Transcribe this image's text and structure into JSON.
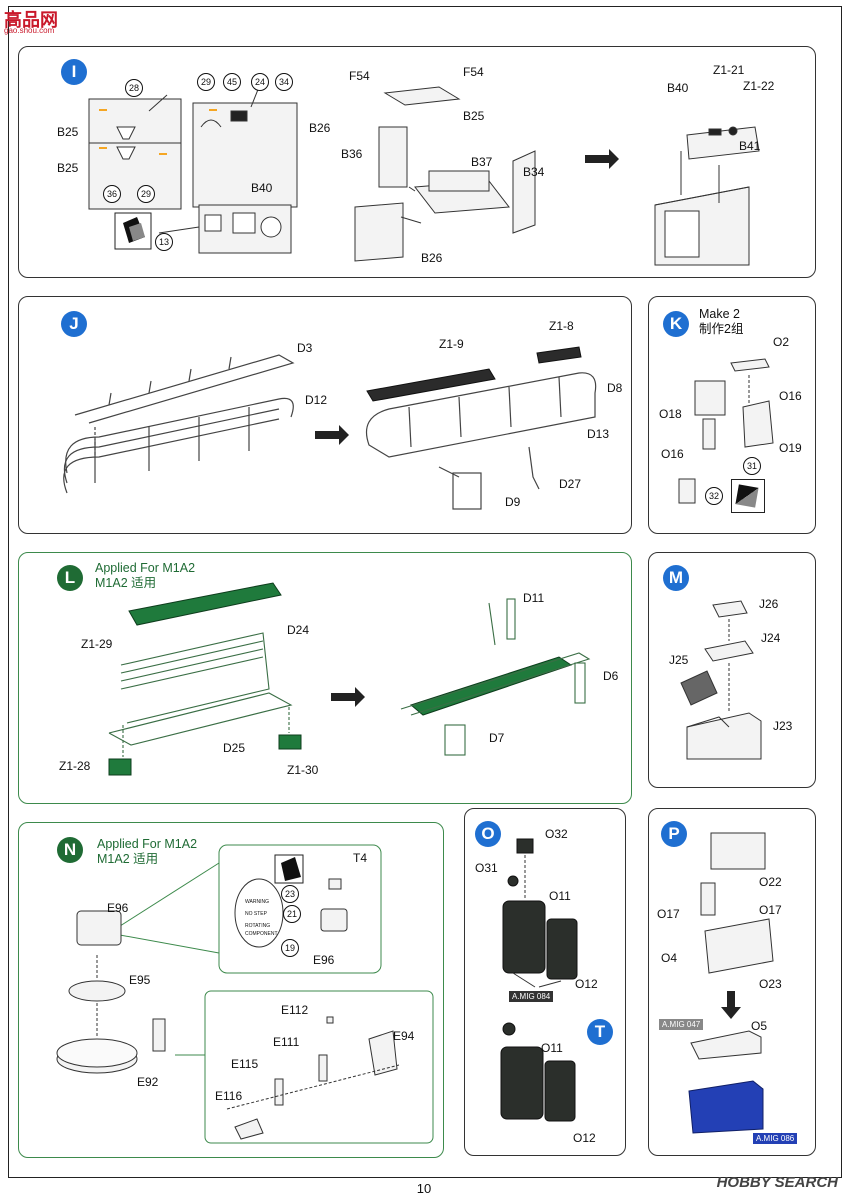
{
  "watermark": {
    "site": "高品网",
    "url": "gao.shou.com",
    "right": "HOBBY SEARCH"
  },
  "page_number": "10",
  "steps": {
    "I": {
      "letter": "I",
      "labels": [
        "B25",
        "B25",
        "B26",
        "B40",
        "F54",
        "F54",
        "B25",
        "B36",
        "B37",
        "B34",
        "B26",
        "B40",
        "Z1-21",
        "Z1-22",
        "B41"
      ],
      "circles": [
        "28",
        "29",
        "45",
        "24",
        "34",
        "36",
        "29",
        "13"
      ]
    },
    "J": {
      "letter": "J",
      "labels": [
        "D3",
        "D12",
        "Z1-9",
        "Z1-8",
        "D8",
        "D13",
        "D27",
        "D9"
      ]
    },
    "K": {
      "letter": "K",
      "make": "Make 2",
      "make_cn": "制作2组",
      "labels": [
        "O2",
        "O18",
        "O16",
        "O16",
        "O19"
      ],
      "circles": [
        "31",
        "32"
      ]
    },
    "L": {
      "letter": "L",
      "header": "Applied For M1A2",
      "header_cn": "M1A2 适用",
      "labels": [
        "Z1-29",
        "D24",
        "D11",
        "D6",
        "D25",
        "D7",
        "Z1-28",
        "Z1-30"
      ]
    },
    "M": {
      "letter": "M",
      "labels": [
        "J26",
        "J24",
        "J25",
        "J23"
      ]
    },
    "N": {
      "letter": "N",
      "header": "Applied For M1A2",
      "header_cn": "M1A2 适用",
      "labels": [
        "E96",
        "E95",
        "E92",
        "T4",
        "E96",
        "E112",
        "E111",
        "E94",
        "E115",
        "E116"
      ],
      "circles": [
        "23",
        "21",
        "19"
      ],
      "decal": [
        "WARNING",
        "NO STEP",
        "ROTATING",
        "COMPONENT"
      ]
    },
    "O": {
      "letter": "O",
      "labels": [
        "O32",
        "O31",
        "O11",
        "O12"
      ],
      "tag": "A.MIG 084"
    },
    "T": {
      "letter": "T",
      "labels": [
        "O11",
        "O12"
      ]
    },
    "P": {
      "letter": "P",
      "labels": [
        "O22",
        "O17",
        "O17",
        "O4",
        "O23",
        "O5"
      ],
      "tags": [
        "A.MIG 047",
        "A.MIG 086"
      ]
    }
  },
  "colors": {
    "blue_badge": "#1f6fd1",
    "green_badge": "#1f6b34",
    "green_part": "#1f7a3c",
    "blue_box": "#2340b5",
    "dark_can": "#2b2f2b"
  }
}
